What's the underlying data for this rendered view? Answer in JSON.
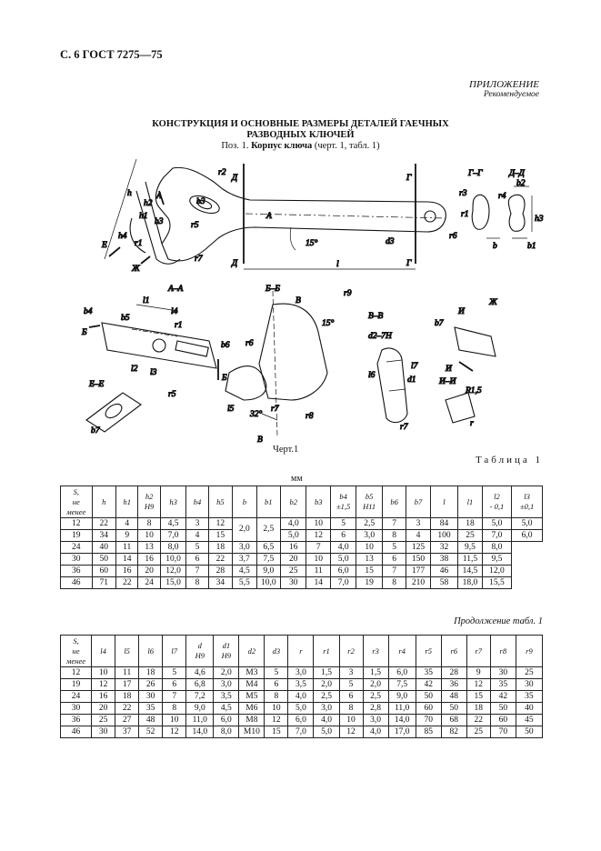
{
  "header": "С. 6 ГОСТ 7275—75",
  "appendix": {
    "title": "ПРИЛОЖЕНИЕ",
    "subtitle": "Рекомендуемое"
  },
  "title_line1": "КОНСТРУКЦИЯ И ОСНОВНЫЕ РАЗМЕРЫ ДЕТАЛЕЙ ГАЕЧНЫХ",
  "title_line2": "РАЗВОДНЫХ КЛЮЧЕЙ",
  "subtitle": {
    "pos": "Поз.",
    "num": "1.",
    "name": "Корпус ключа",
    "ref": "(черт. 1, табл. 1)"
  },
  "drawing": {
    "caption": "Черт.1",
    "labels": {
      "r2": "r2",
      "D": "Д",
      "G": "Г",
      "GG": "Г–Г",
      "DD": "Д–Д",
      "h": "h",
      "h2": "h2",
      "h1": "h1",
      "h4": "h4",
      "h3": "h3",
      "b3": "b3",
      "A": "A",
      "E": "E",
      "r1": "r1",
      "r3": "r3",
      "r4": "r4",
      "r5": "r5",
      "r6": "r6",
      "r7": "r7",
      "r8": "r8",
      "r9": "r9",
      "angle15": "15°",
      "d3": "d3",
      "l": "l",
      "b": "b",
      "b1": "b1",
      "b2": "b2",
      "Zh": "Ж",
      "AA": "А–А",
      "BB": "Б–Б",
      "VV": "В–В",
      "b4": "b4",
      "b5": "b5",
      "l1": "l1",
      "l4": "l4",
      "B": "Б",
      "V": "В",
      "b6": "b6",
      "l2": "l2",
      "l3": "l3",
      "EE": "Е–Е",
      "b7": "b7",
      "l5": "l5",
      "angle32": "32°",
      "d2_7H": "d2–7H",
      "l6": "l6",
      "l7": "l7",
      "d1": "d1",
      "I": "И",
      "II": "И–И",
      "R15": "R1,5",
      "r": "r"
    }
  },
  "table1": {
    "name": "Таблица 1",
    "unit": "мм",
    "headers": [
      [
        "S,",
        "не",
        "менее"
      ],
      [
        "h"
      ],
      [
        "h1"
      ],
      [
        "h2",
        "H9"
      ],
      [
        "h3"
      ],
      [
        "h4"
      ],
      [
        "h5"
      ],
      [
        "b"
      ],
      [
        "b1"
      ],
      [
        "b2"
      ],
      [
        "b3"
      ],
      [
        "b4",
        "±1,5"
      ],
      [
        "b5",
        "H11"
      ],
      [
        "b6"
      ],
      [
        "b7"
      ],
      [
        "l"
      ],
      [
        "l1"
      ],
      [
        "l2",
        "- 0,1"
      ],
      [
        "l3",
        "±0,1"
      ]
    ],
    "rows": [
      [
        "12",
        "22",
        "4",
        "8",
        "4,5",
        "3",
        "12",
        "2,5",
        "4,0",
        "10",
        "5",
        "2,5",
        "7",
        "3",
        "84",
        "18",
        "5,0",
        "5,0"
      ],
      [
        "19",
        "34",
        "9",
        "10",
        "7,0",
        "4",
        "15",
        "",
        "5,0",
        "12",
        "6",
        "3,0",
        "8",
        "4",
        "100",
        "25",
        "7,0",
        "6,0"
      ],
      [
        "24",
        "40",
        "11",
        "13",
        "8,0",
        "5",
        "18",
        "3,0",
        "6,5",
        "16",
        "7",
        "4,0",
        "10",
        "5",
        "125",
        "32",
        "9,5",
        "8,0"
      ],
      [
        "30",
        "50",
        "14",
        "16",
        "10,0",
        "6",
        "22",
        "3,7",
        "7,5",
        "20",
        "10",
        "5,0",
        "13",
        "6",
        "150",
        "38",
        "11,5",
        "9,5"
      ],
      [
        "36",
        "60",
        "16",
        "20",
        "12,0",
        "7",
        "28",
        "4,5",
        "9,0",
        "25",
        "11",
        "6,0",
        "15",
        "7",
        "177",
        "46",
        "14,5",
        "12,0"
      ],
      [
        "46",
        "71",
        "22",
        "24",
        "15,0",
        "8",
        "34",
        "5,5",
        "10,0",
        "30",
        "14",
        "7,0",
        "19",
        "8",
        "210",
        "58",
        "18,0",
        "15,5"
      ]
    ],
    "b_merged": "2,0",
    "b_rows": [
      "2,5",
      "4,0"
    ]
  },
  "table2": {
    "continuation": "Продолжение табл. 1",
    "headers": [
      [
        "S,",
        "не",
        "менее"
      ],
      [
        "l4"
      ],
      [
        "l5"
      ],
      [
        "l6"
      ],
      [
        "l7"
      ],
      [
        "d",
        "H9"
      ],
      [
        "d1",
        "H9"
      ],
      [
        "d2"
      ],
      [
        "d3"
      ],
      [
        "r"
      ],
      [
        "r1"
      ],
      [
        "r2"
      ],
      [
        "r3"
      ],
      [
        "r4"
      ],
      [
        "r5"
      ],
      [
        "r6"
      ],
      [
        "r7"
      ],
      [
        "r8"
      ],
      [
        "r9"
      ]
    ],
    "rows": [
      [
        "12",
        "10",
        "11",
        "18",
        "5",
        "4,6",
        "2,0",
        "M3",
        "5",
        "3,0",
        "1,5",
        "3",
        "1,5",
        "6,0",
        "35",
        "28",
        "9",
        "30",
        "25"
      ],
      [
        "19",
        "12",
        "17",
        "26",
        "6",
        "6,8",
        "3,0",
        "M4",
        "6",
        "3,5",
        "2,0",
        "5",
        "2,0",
        "7,5",
        "42",
        "36",
        "12",
        "35",
        "30"
      ],
      [
        "24",
        "16",
        "18",
        "30",
        "7",
        "7,2",
        "3,5",
        "M5",
        "8",
        "4,0",
        "2,5",
        "6",
        "2,5",
        "9,0",
        "50",
        "48",
        "15",
        "42",
        "35"
      ],
      [
        "30",
        "20",
        "22",
        "35",
        "8",
        "9,0",
        "4,5",
        "M6",
        "10",
        "5,0",
        "3,0",
        "8",
        "2,8",
        "11,0",
        "60",
        "50",
        "18",
        "50",
        "40"
      ],
      [
        "36",
        "25",
        "27",
        "48",
        "10",
        "11,0",
        "6,0",
        "M8",
        "12",
        "6,0",
        "4,0",
        "10",
        "3,0",
        "14,0",
        "70",
        "68",
        "22",
        "60",
        "45"
      ],
      [
        "46",
        "30",
        "37",
        "52",
        "12",
        "14,0",
        "8,0",
        "M10",
        "15",
        "7,0",
        "5,0",
        "12",
        "4,0",
        "17,0",
        "85",
        "82",
        "25",
        "70",
        "50"
      ]
    ]
  }
}
